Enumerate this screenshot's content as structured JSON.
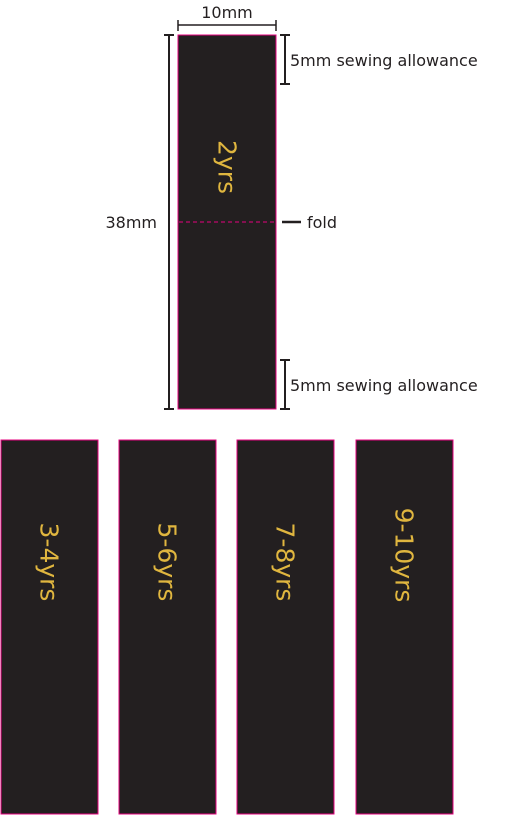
{
  "colors": {
    "label_fill": "#231f20",
    "label_border": "#e6007e",
    "label_text": "#e0b63f",
    "dimension_line": "#231f20",
    "fold_line": "#e6007e"
  },
  "main_label": {
    "text": "2yrs"
  },
  "dimensions": {
    "width": "10mm",
    "height": "38mm",
    "top_allowance": "5mm sewing allowance",
    "bottom_allowance": "5mm sewing allowance",
    "fold": "fold"
  },
  "size_labels": [
    {
      "text": "3-4yrs"
    },
    {
      "text": "5-6yrs"
    },
    {
      "text": "7-8yrs"
    },
    {
      "text": "9-10yrs"
    }
  ]
}
